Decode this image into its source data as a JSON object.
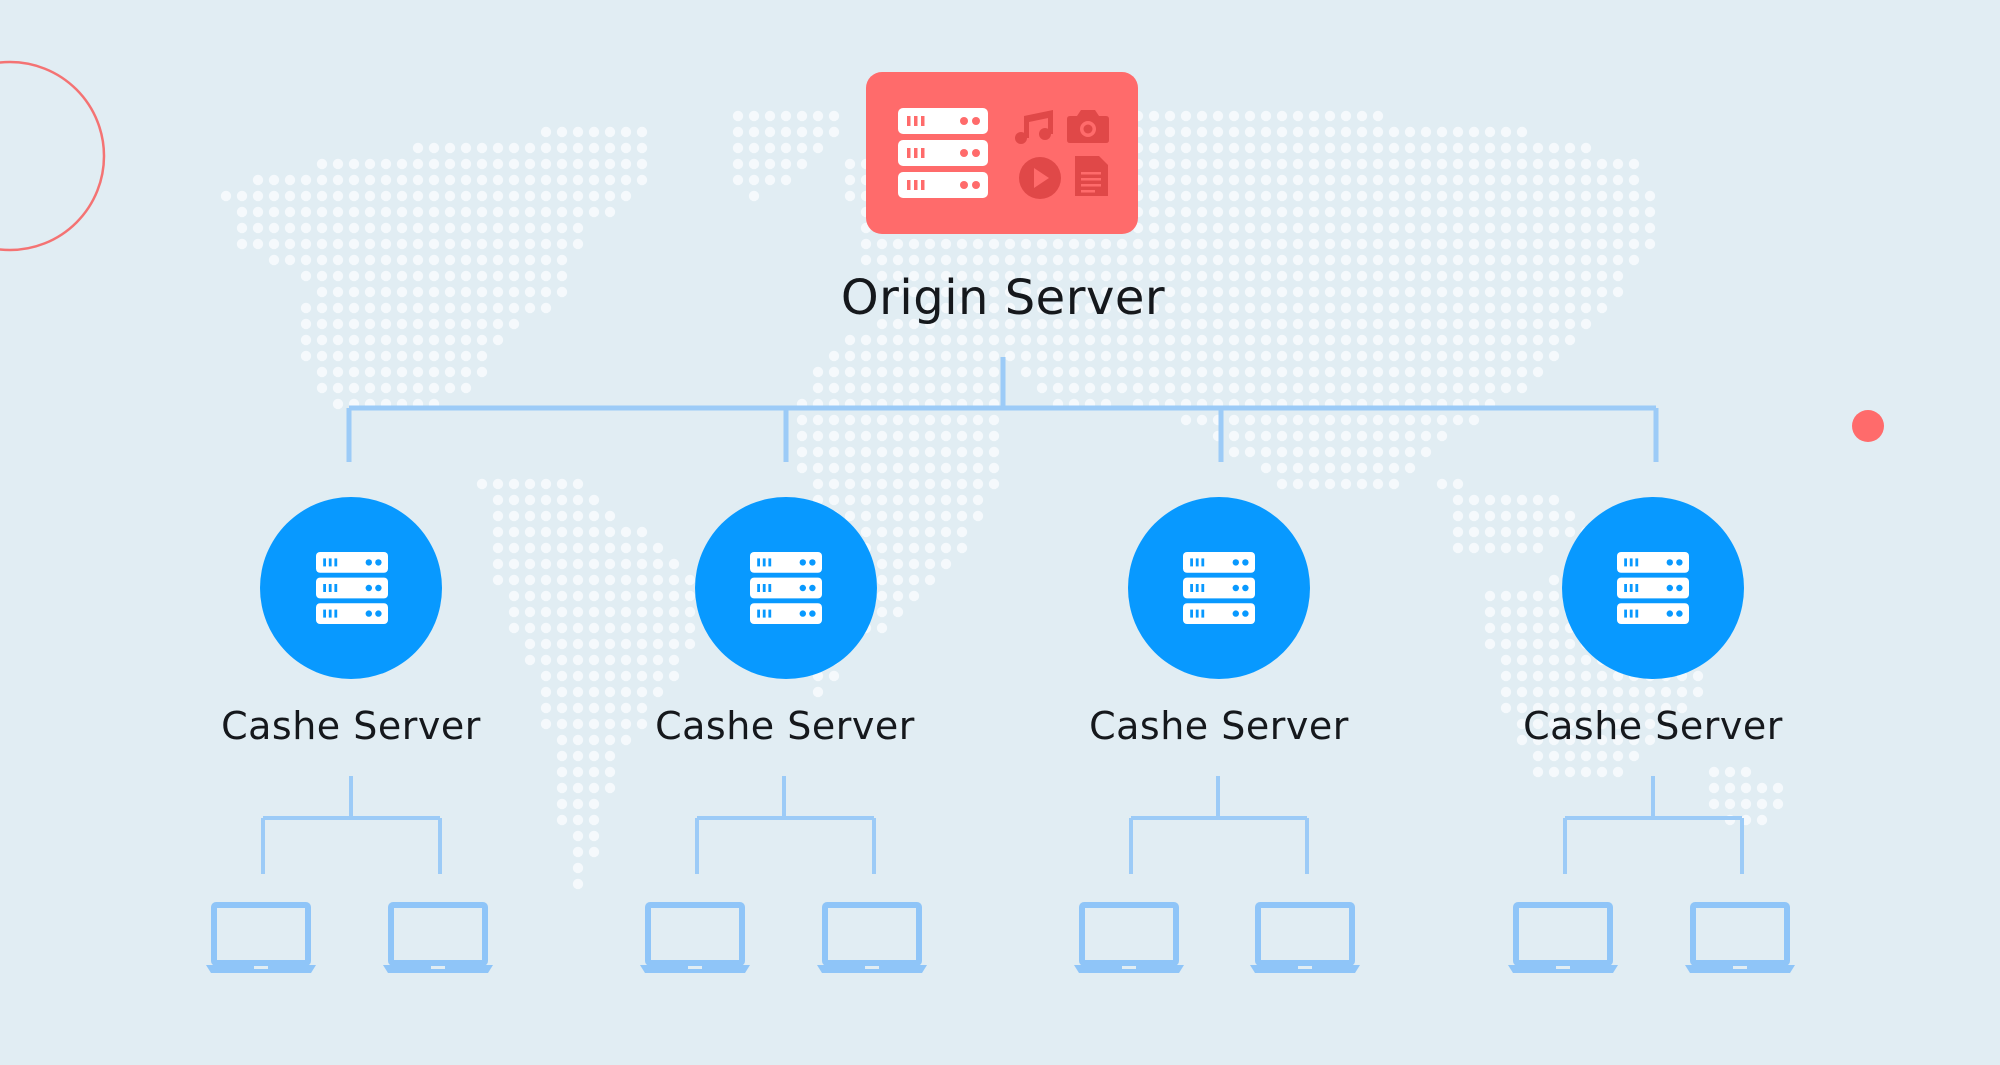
{
  "origin": {
    "label": "Origin Server",
    "color": "#ff6b6b",
    "icon_color": "#e04848",
    "content_icons": [
      "music-note-icon",
      "camera-icon",
      "play-icon",
      "document-icon"
    ]
  },
  "cache_servers": [
    {
      "label": "Cashe Server",
      "clients": 2
    },
    {
      "label": "Cashe Server",
      "clients": 2
    },
    {
      "label": "Cashe Server",
      "clients": 2
    },
    {
      "label": "Cashe Server",
      "clients": 2
    }
  ],
  "colors": {
    "background": "#e1edf3",
    "map_dots": "#f5f9fc",
    "cache_node": "#0899ff",
    "connector": "#9ccbf7",
    "laptop": "#8fc5f8",
    "accent_ring": "#f47373",
    "accent_dot": "#ff6b6b"
  }
}
